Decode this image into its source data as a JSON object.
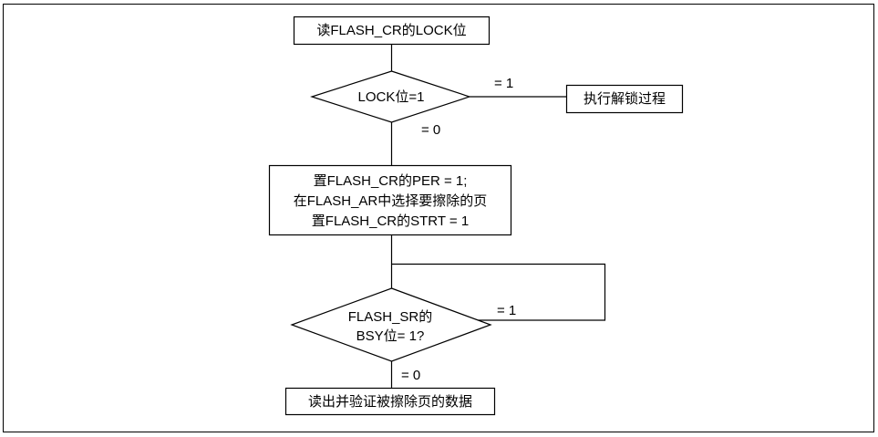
{
  "diagram": {
    "nodes": {
      "read_lock": {
        "label": "读FLASH_CR的LOCK位"
      },
      "lock_decision": {
        "label": "LOCK位=1"
      },
      "unlock": {
        "label": "执行解锁过程"
      },
      "erase_setup": {
        "lines": [
          "置FLASH_CR的PER = 1;",
          "在FLASH_AR中选择要擦除的页",
          "置FLASH_CR的STRT = 1"
        ]
      },
      "bsy_decision": {
        "lines": [
          "FLASH_SR的",
          "BSY位= 1?"
        ]
      },
      "verify": {
        "label": "读出并验证被擦除页的数据"
      }
    },
    "edges": {
      "lock_yes": {
        "label": "= 1"
      },
      "lock_no": {
        "label": "= 0"
      },
      "bsy_yes": {
        "label": "= 1"
      },
      "bsy_no": {
        "label": "= 0"
      }
    },
    "colors": {
      "stroke": "#000000",
      "fill": "#ffffff"
    }
  }
}
